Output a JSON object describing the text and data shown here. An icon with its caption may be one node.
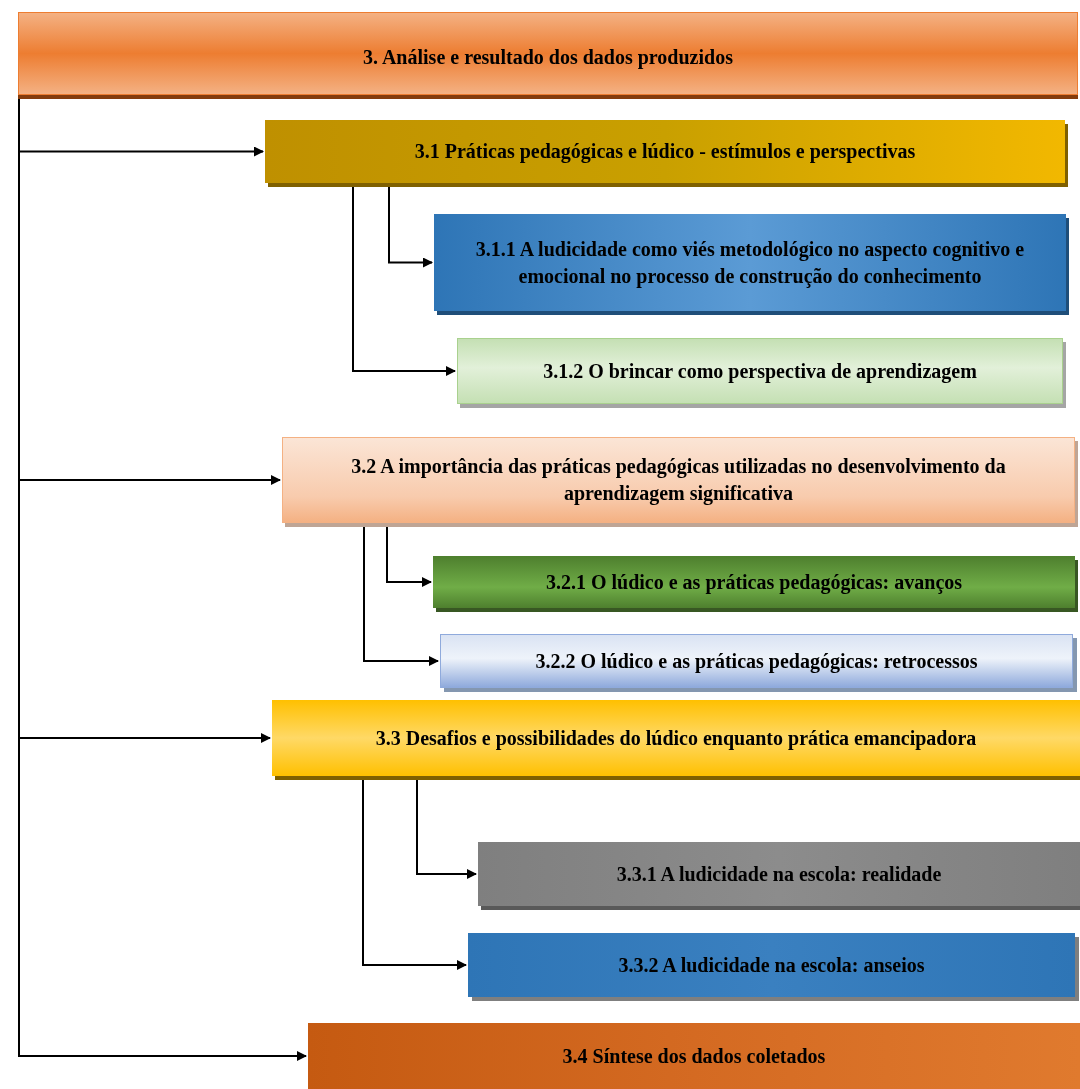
{
  "diagram": {
    "nodes": [
      {
        "text": [
          "3.   Análise e resultado dos dados produzidos"
        ]
      },
      {
        "text": [
          "3.1 Práticas pedagógicas e lúdico - estímulos e perspectivas"
        ]
      },
      {
        "text": [
          "3.1.1 A ludicidade como viés metodológico no aspecto cognitivo e emocional no processo de construção do conhecimento"
        ]
      },
      {
        "text": [
          "3.1.2 O brincar como perspectiva de aprendizagem"
        ]
      },
      {
        "text": [
          "3.2 A importância das práticas pedagógicas utilizadas no desenvolvimento da aprendizagem significativa"
        ]
      },
      {
        "text": [
          "3.2.1 O lúdico e as práticas pedagógicas: avanços"
        ]
      },
      {
        "text": [
          "3.2.2 O lúdico e as práticas pedagógicas: retrocessos"
        ]
      },
      {
        "text": [
          "3.3 Desafios e possibilidades do lúdico enquanto prática emancipadora"
        ]
      },
      {
        "text": [
          "3.3.1 A ludicidade na escola: realidade"
        ]
      },
      {
        "text": [
          "3.3.2 A ludicidade na escola: anseios"
        ]
      },
      {
        "text": [
          "3.4 Síntese dos dados coletados"
        ]
      }
    ],
    "edges": [
      {
        "from": 0,
        "to": 1,
        "arrow": "to"
      },
      {
        "from": 1,
        "to": 2,
        "arrow": "to"
      },
      {
        "from": 1,
        "to": 3,
        "arrow": "to"
      },
      {
        "from": 0,
        "to": 4,
        "arrow": "to"
      },
      {
        "from": 4,
        "to": 5,
        "arrow": "to"
      },
      {
        "from": 4,
        "to": 6,
        "arrow": "to"
      },
      {
        "from": 0,
        "to": 7,
        "arrow": "to"
      },
      {
        "from": 7,
        "to": 8,
        "arrow": "to"
      },
      {
        "from": 7,
        "to": 9,
        "arrow": "to"
      },
      {
        "from": 0,
        "to": 10,
        "arrow": "to"
      }
    ]
  }
}
